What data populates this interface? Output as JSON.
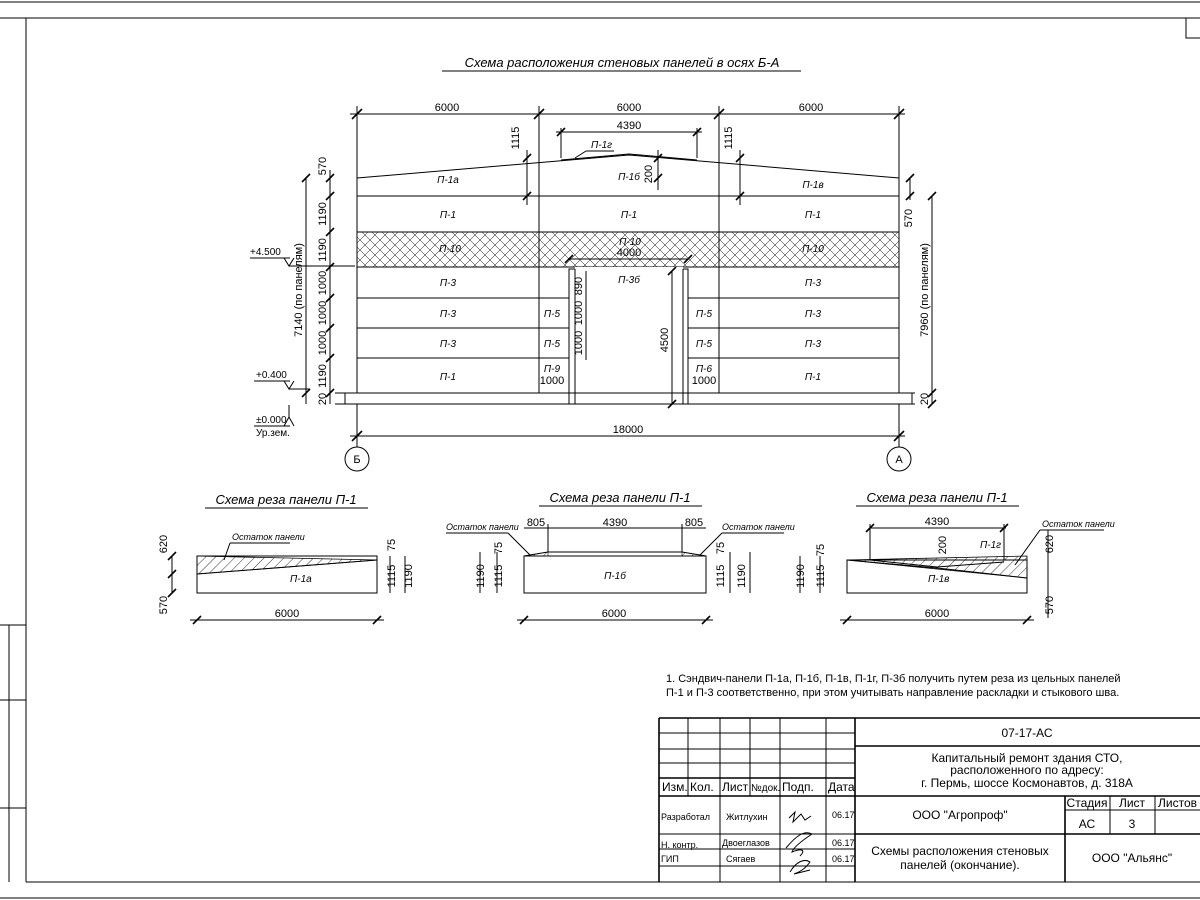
{
  "main_title": "Схема расположения стеновых панелей в осях Б-А",
  "elevation": {
    "top_dims": [
      "6000",
      "6000",
      "6000"
    ],
    "gable_span": "4390",
    "gable_rise": [
      "1115",
      "1115"
    ],
    "p1g_label": "П-1г",
    "ridge_dim": "200",
    "panels": {
      "row1": [
        "П-1а",
        "П-1б",
        "П-1в"
      ],
      "row2": [
        "П-1",
        "П-1",
        "П-1"
      ],
      "row3": [
        "П-10",
        "П-10",
        "П-10"
      ],
      "row4": [
        "П-3",
        "П-3б",
        "П-3"
      ],
      "row5": [
        "П-3",
        "П-5",
        "П-5",
        "П-3"
      ],
      "row6": [
        "П-3",
        "П-5",
        "П-5",
        "П-3"
      ],
      "row7": [
        "П-1",
        "П-9",
        "П-6",
        "П-1"
      ]
    },
    "opening_width": "4000",
    "left_rows": [
      "570",
      "1190",
      "1190",
      "1000",
      "1000",
      "1000",
      "1190",
      "20"
    ],
    "left_total": "7140 (по панелям)",
    "right_top": "570",
    "right_total": "7960 (по панелям)",
    "right_bottom": "20",
    "opening_dims": [
      "890",
      "1000",
      "1000"
    ],
    "opening_height": "4500",
    "small_dims": [
      "1000",
      "1000"
    ],
    "levels": [
      "+4.500",
      "+0.400",
      "±0.000"
    ],
    "ground": "Ур.зем.",
    "total_width": "18000",
    "axes": [
      "Б",
      "А"
    ]
  },
  "cut_schemes": [
    {
      "title": "Схема реза панели П-1",
      "remain": "Остаток панели",
      "label": "П-1а",
      "dims_left": [
        "620",
        "570"
      ],
      "dims_right": [
        "75",
        "1115",
        "1190"
      ],
      "width": "6000"
    },
    {
      "title": "Схема реза панели П-1",
      "remain_left": "Остаток панели",
      "remain_right": "Остаток панели",
      "label": "П-1б",
      "top": [
        "805",
        "4390",
        "805"
      ],
      "dims_left": [
        "75",
        "1115",
        "1190"
      ],
      "dims_right": [
        "75",
        "1115",
        "1190"
      ],
      "width": "6000"
    },
    {
      "title": "Схема реза панели П-1",
      "remain": "Остаток панели",
      "label_a": "П-1г",
      "label_b": "П-1в",
      "top": "4390",
      "dim_200": "200",
      "dims_left": [
        "75",
        "1115",
        "1190"
      ],
      "dims_right": [
        "620",
        "570"
      ],
      "width": "6000"
    }
  ],
  "note": [
    "1. Сэндвич-панели П-1а, П-1б, П-1в, П-1г, П-3б получить путем реза из цельных панелей",
    "П-1 и П-3 соответственно, при этом учитывать направление раскладки и стыкового шва."
  ],
  "title_block": {
    "code": "07-17-АС",
    "project": [
      "Капитальный ремонт здания СТО,",
      "расположенного по адресу:",
      "г. Пермь, шоссе Космонавтов, д. 318А"
    ],
    "headers": [
      "Изм.",
      "Кол.",
      "Лист",
      "№док.",
      "Подп.",
      "Дата"
    ],
    "roles": [
      {
        "role": "Разработал",
        "name": "Житлухин",
        "date": "06.17"
      },
      {
        "role": "Н. контр.",
        "name": "Двоеглазов",
        "date": "06.17"
      },
      {
        "role": "ГИП",
        "name": "Сягаев",
        "date": "06.17"
      }
    ],
    "org1": "ООО \"Агропроф\"",
    "stage_headers": [
      "Стадия",
      "Лист",
      "Листов"
    ],
    "stage": "АС",
    "sheet": "3",
    "sheet_title": [
      "Схемы расположения стеновых",
      "панелей (окончание)."
    ],
    "org2": "ООО \"Альянс\""
  }
}
